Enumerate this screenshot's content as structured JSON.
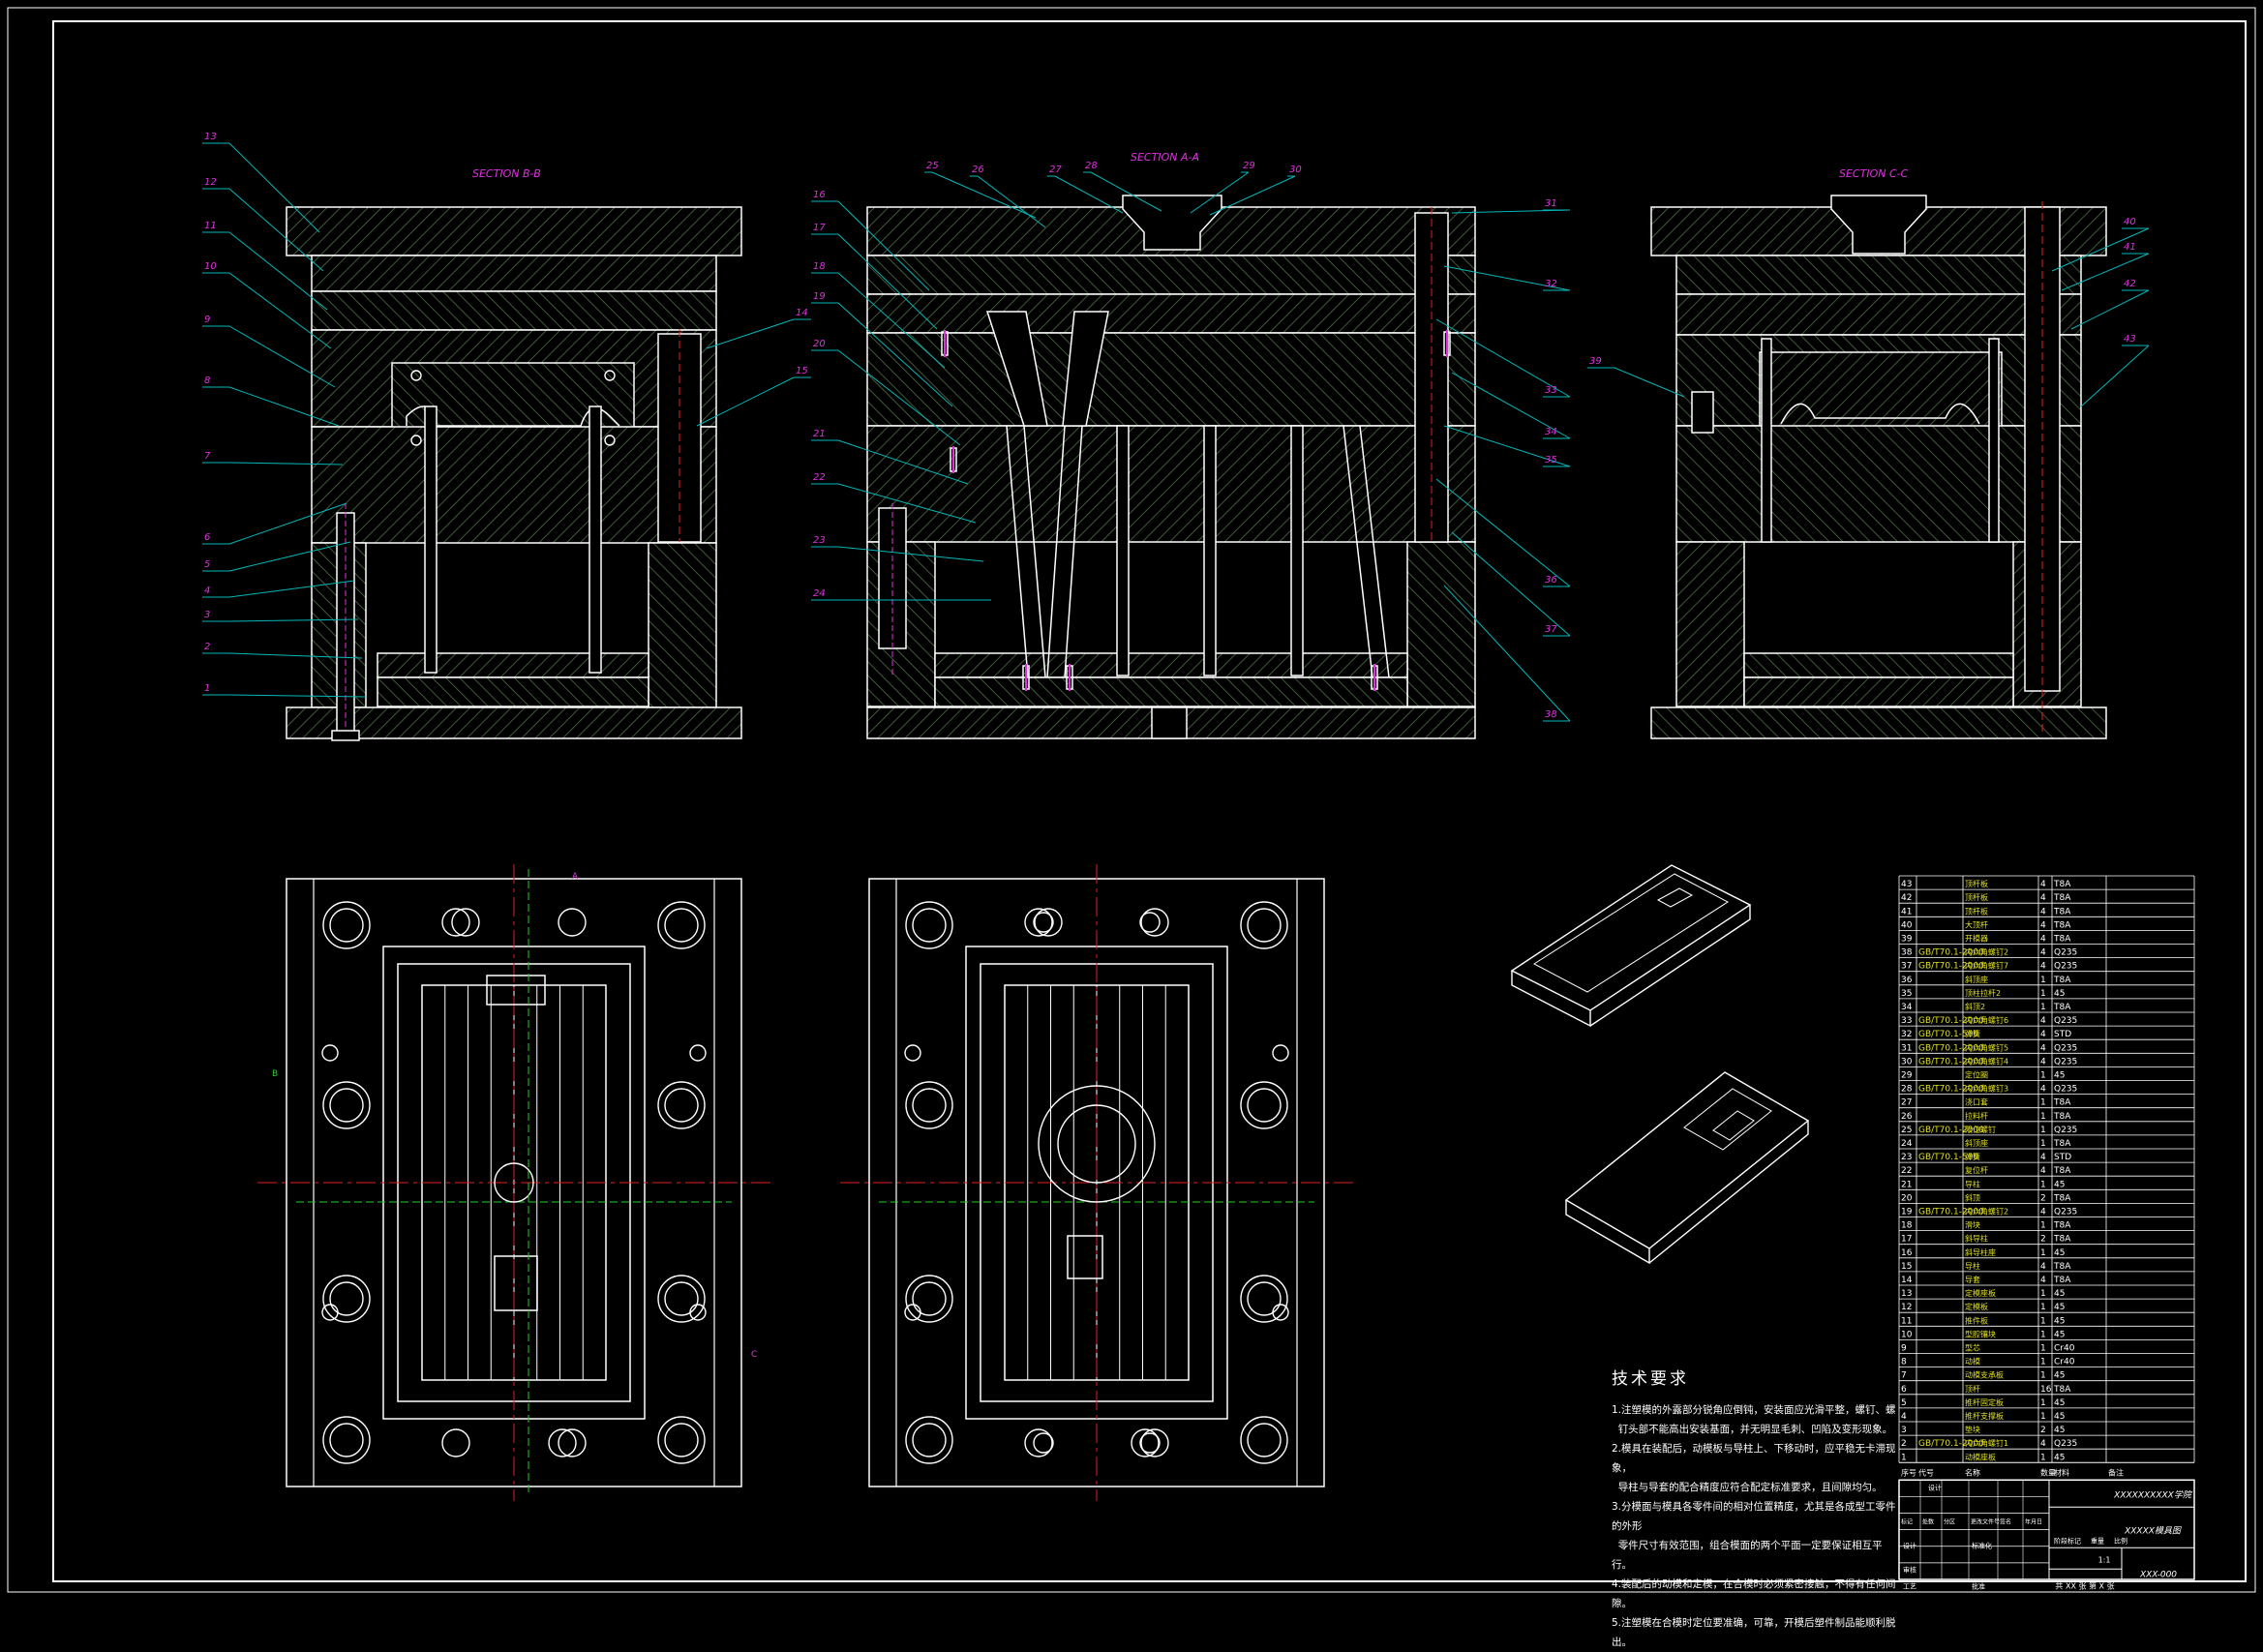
{
  "sections": {
    "bb": "SECTION B-B",
    "aa": "SECTION A-A",
    "cc": "SECTION C-C"
  },
  "balloons": {
    "left": [
      "13",
      "12",
      "11",
      "10",
      "9",
      "8",
      "7",
      "6",
      "5",
      "4",
      "3",
      "2",
      "1"
    ],
    "left_right": [
      "14",
      "15"
    ],
    "mid_left": [
      "16",
      "17",
      "18",
      "19",
      "20",
      "21",
      "22",
      "23",
      "24"
    ],
    "mid_top": [
      "25",
      "26",
      "27",
      "28",
      "29",
      "30"
    ],
    "mid_right": [
      "31",
      "32",
      "33",
      "34",
      "35",
      "36",
      "37",
      "38"
    ],
    "right_left": [
      "39"
    ],
    "right_right": [
      "40",
      "41",
      "42",
      "43"
    ]
  },
  "colors": {
    "line": "#ffffff",
    "leader": "#00b8b8",
    "magenta": "#e030e0",
    "green": "#20d020",
    "red": "#e02020",
    "yellow": "#e0e020",
    "hatch": "#3f5a3a"
  },
  "notes": {
    "title": "技术要求",
    "items": [
      "1.注塑模的外露部分锐角应倒钝，安装面应光滑平整，螺钉、螺\n  钉头部不能高出安装基面，并无明显毛刺、凹陷及变形现象。",
      "2.模具在装配后，动模板与导柱上、下移动时，应平稳无卡滞现象，\n  导柱与导套的配合精度应符合配定标准要求，且间隙均匀。",
      "3.分模面与模具各零件间的相对位置精度，尤其是各成型工零件的外形\n  零件尺寸有效范围，组合模面的两个平面一定要保证相互平行。",
      "4.装配后的动模和定模，在合模时必须紧密接触，不得有任何间隙。",
      "5.注塑模在合模时定位要准确，可靠，开模后塑件制品能顺利脱出。"
    ]
  },
  "bom": [
    [
      "43",
      "",
      "顶杆板",
      "4",
      "T8A",
      ""
    ],
    [
      "42",
      "",
      "顶杆板",
      "4",
      "T8A",
      ""
    ],
    [
      "41",
      "",
      "顶杆板",
      "4",
      "T8A",
      ""
    ],
    [
      "40",
      "",
      "大顶杆",
      "4",
      "T8A",
      ""
    ],
    [
      "39",
      "",
      "开模器",
      "4",
      "T8A",
      ""
    ],
    [
      "38",
      "GB/T70.1-2000",
      "内六角螺钉2",
      "4",
      "Q235",
      ""
    ],
    [
      "37",
      "GB/T70.1-2000",
      "内六角螺钉7",
      "4",
      "Q235",
      ""
    ],
    [
      "36",
      "",
      "斜顶座",
      "1",
      "T8A",
      ""
    ],
    [
      "35",
      "",
      "顶柱拉杆2",
      "1",
      "45",
      ""
    ],
    [
      "34",
      "",
      "斜顶2",
      "1",
      "T8A",
      ""
    ],
    [
      "33",
      "GB/T70.1-2000",
      "内六角螺钉6",
      "4",
      "Q235",
      ""
    ],
    [
      "32",
      "GB/T70.1-500",
      "弹簧",
      "4",
      "STD",
      ""
    ],
    [
      "31",
      "GB/T70.1-2000",
      "内六角螺钉5",
      "4",
      "Q235",
      ""
    ],
    [
      "30",
      "GB/T70.1-2000",
      "内六角螺钉4",
      "4",
      "Q235",
      ""
    ],
    [
      "29",
      "",
      "定位圈",
      "1",
      "45",
      ""
    ],
    [
      "28",
      "GB/T70.1-2000",
      "内六角螺钉3",
      "4",
      "Q235",
      ""
    ],
    [
      "27",
      "",
      "浇口套",
      "1",
      "T8A",
      ""
    ],
    [
      "26",
      "",
      "拉料杆",
      "1",
      "T8A",
      ""
    ],
    [
      "25",
      "GB/T70.1-2000",
      "限位螺钉",
      "1",
      "Q235",
      ""
    ],
    [
      "24",
      "",
      "斜顶座",
      "1",
      "T8A",
      ""
    ],
    [
      "23",
      "GB/T70.1-500",
      "弹簧",
      "4",
      "STD",
      ""
    ],
    [
      "22",
      "",
      "复位杆",
      "4",
      "T8A",
      ""
    ],
    [
      "21",
      "",
      "导柱",
      "1",
      "45",
      ""
    ],
    [
      "20",
      "",
      "斜顶",
      "2",
      "T8A",
      ""
    ],
    [
      "19",
      "GB/T70.1-2000",
      "内六角螺钉2",
      "4",
      "Q235",
      ""
    ],
    [
      "18",
      "",
      "滑块",
      "1",
      "T8A",
      ""
    ],
    [
      "17",
      "",
      "斜导柱",
      "2",
      "T8A",
      ""
    ],
    [
      "16",
      "",
      "斜导柱座",
      "1",
      "45",
      ""
    ],
    [
      "15",
      "",
      "导柱",
      "4",
      "T8A",
      ""
    ],
    [
      "14",
      "",
      "导套",
      "4",
      "T8A",
      ""
    ],
    [
      "13",
      "",
      "定模座板",
      "1",
      "45",
      ""
    ],
    [
      "12",
      "",
      "定模板",
      "1",
      "45",
      ""
    ],
    [
      "11",
      "",
      "推件板",
      "1",
      "45",
      ""
    ],
    [
      "10",
      "",
      "型腔镶块",
      "1",
      "45",
      ""
    ],
    [
      "9",
      "",
      "型芯",
      "1",
      "Cr40",
      ""
    ],
    [
      "8",
      "",
      "动模",
      "1",
      "Cr40",
      ""
    ],
    [
      "7",
      "",
      "动模支承板",
      "1",
      "45",
      ""
    ],
    [
      "6",
      "",
      "顶杆",
      "16",
      "T8A",
      ""
    ],
    [
      "5",
      "",
      "推杆固定板",
      "1",
      "45",
      ""
    ],
    [
      "4",
      "",
      "推杆支撑板",
      "1",
      "45",
      ""
    ],
    [
      "3",
      "",
      "垫块",
      "2",
      "45",
      ""
    ],
    [
      "2",
      "GB/T70.1-2000",
      "内六角螺钉1",
      "4",
      "Q235",
      ""
    ],
    [
      "1",
      "",
      "动模座板",
      "1",
      "45",
      ""
    ]
  ],
  "title_block": {
    "header": [
      "序号",
      "代号",
      "名称",
      "数量",
      "材料",
      "备注"
    ],
    "school": "XXXXXXXXXX学院",
    "drawing_name": "XXXXX模具图",
    "drawing_no": "XXX-000",
    "scale": "1:1",
    "sheets": "共 XX 张  第 X 张",
    "rows": [
      "标记",
      "处数",
      "分区",
      "更改文件号",
      "签名",
      "年月日"
    ],
    "design": "设计",
    "check": "审核",
    "approve": "批准",
    "process": "工艺",
    "std": "标准化",
    "stage": "阶段标记",
    "weight": "重量",
    "ratio": "比例"
  }
}
